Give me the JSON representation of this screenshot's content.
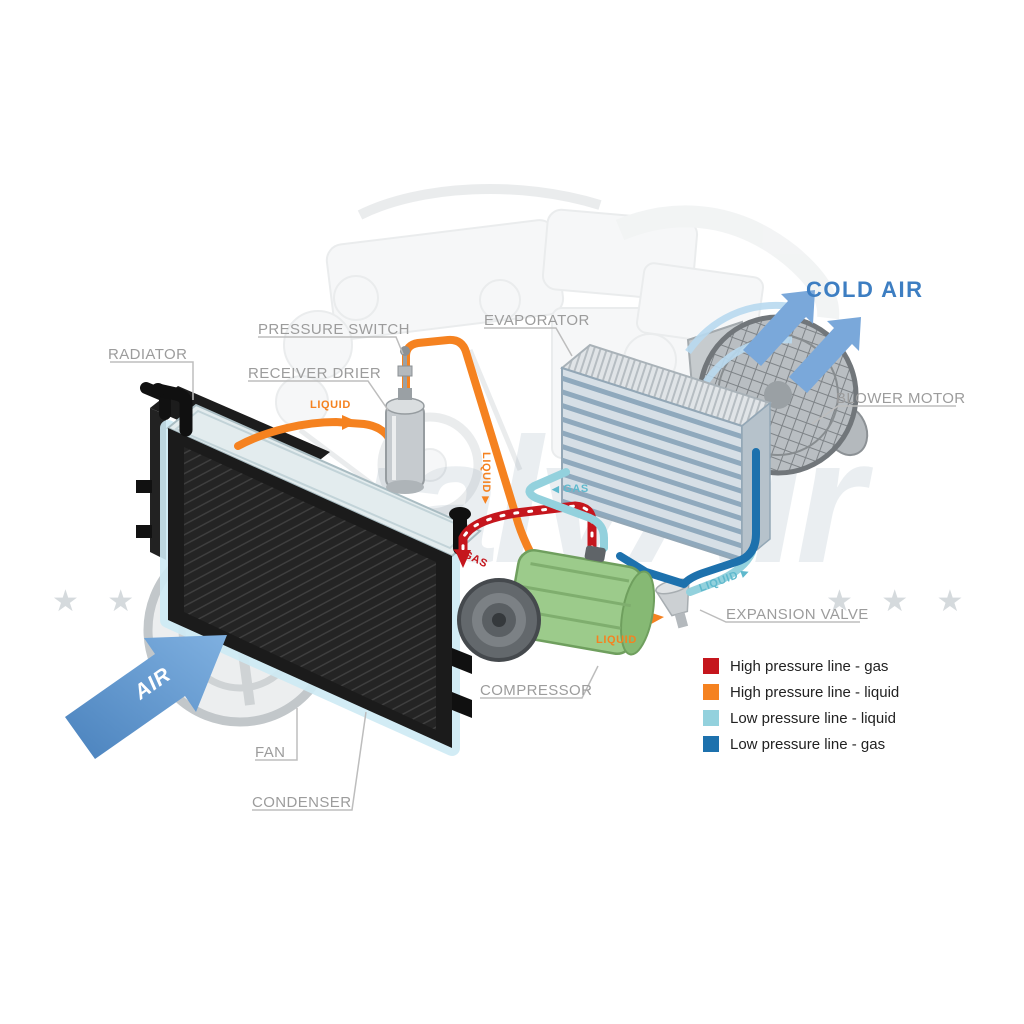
{
  "diagram": {
    "component_labels": {
      "radiator": "RADIATOR",
      "pressure_switch": "PRESSURE SWITCH",
      "receiver_drier": "RECEIVER DRIER",
      "evaporator": "EVAPORATOR",
      "blower_motor": "BLOWER MOTOR",
      "expansion_valve": "EXPANSION VALVE",
      "compressor": "COMPRESSOR",
      "fan": "FAN",
      "condenser": "CONDENSER"
    },
    "flow_labels": {
      "cold_air": "COLD AIR",
      "air": "AIR",
      "liquid_to_drier": "LIQUID",
      "liquid_drop": "LIQUID",
      "liquid_to_valve": "LIQUID",
      "liquid_to_evaporator": "LIQUID",
      "gas_suction": "GAS",
      "gas_discharge": "GAS",
      "arrow_right": "▶",
      "arrow_left": "◀"
    },
    "legend": {
      "items": [
        {
          "label": "High pressure line - gas",
          "color": "#c5161d"
        },
        {
          "label": "High pressure line - liquid",
          "color": "#f58220"
        },
        {
          "label": "Low pressure line - liquid",
          "color": "#93d1dd"
        },
        {
          "label": "Low pressure line -  gas",
          "color": "#1d71ad"
        }
      ]
    },
    "watermark": {
      "text": "QualyAir",
      "stars": "★ ★ ★"
    },
    "colors": {
      "label_text": "#9c9c9c",
      "cold_air_text": "#3d7ec2",
      "air_arrow": "#5b94cf"
    }
  }
}
